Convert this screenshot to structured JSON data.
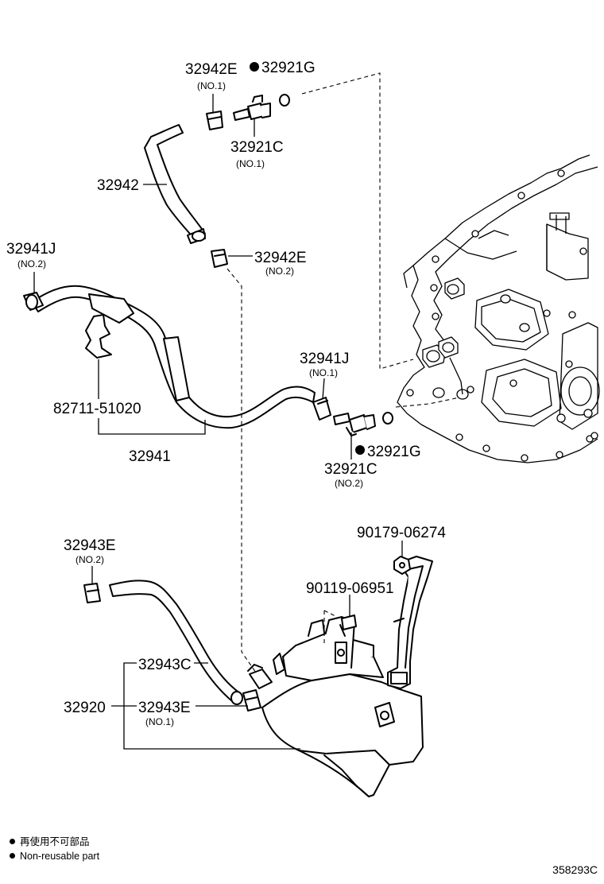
{
  "labels": {
    "p32942E_1": "32942E",
    "p32942E_1_sub": "(NO.1)",
    "p32921G_1": "32921G",
    "p32921C_1": "32921C",
    "p32921C_1_sub": "(NO.1)",
    "p32942": "32942",
    "p32941J_2": "32941J",
    "p32941J_2_sub": "(NO.2)",
    "p32942E_2": "32942E",
    "p32942E_2_sub": "(NO.2)",
    "p32941J_1": "32941J",
    "p32941J_1_sub": "(NO.1)",
    "p82711": "82711-51020",
    "p32941": "32941",
    "p32921G_2": "32921G",
    "p32921C_2": "32921C",
    "p32921C_2_sub": "(NO.2)",
    "p90179": "90179-06274",
    "p32943E_2": "32943E",
    "p32943E_2_sub": "(NO.2)",
    "p90119": "90119-06951",
    "p32943C": "32943C",
    "p32920": "32920",
    "p32943E_1": "32943E",
    "p32943E_1_sub": "(NO.1)"
  },
  "legend": {
    "line1": "再使用不可部品",
    "line2": "Non-reusable part"
  },
  "diagram_code": "358293C"
}
